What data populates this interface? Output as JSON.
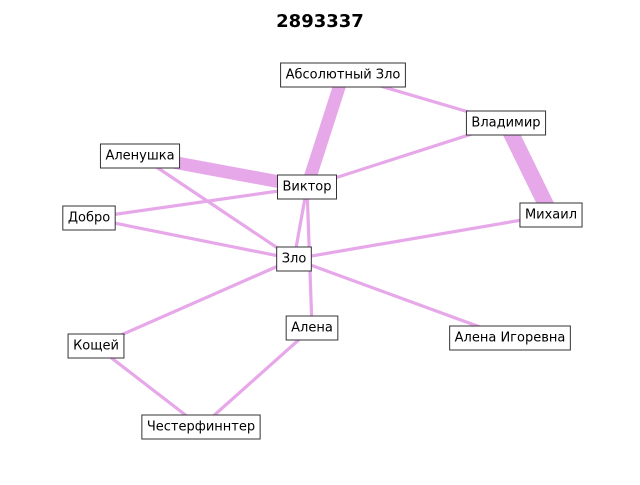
{
  "title": "2893337",
  "style": {
    "edge_color": "#e7a8e9",
    "box_border": "#333333",
    "box_fill": "#ffffff"
  },
  "nodes": [
    {
      "id": "abs",
      "label": "Абсолютный Зло"
    },
    {
      "id": "vladimir",
      "label": "Владимир"
    },
    {
      "id": "alenushka",
      "label": "Аленушка"
    },
    {
      "id": "viktor",
      "label": "Виктор"
    },
    {
      "id": "dobro",
      "label": "Добро"
    },
    {
      "id": "mikhail",
      "label": "Михаил"
    },
    {
      "id": "zlo",
      "label": "Зло"
    },
    {
      "id": "koshchei",
      "label": "Кощей"
    },
    {
      "id": "alena",
      "label": "Алена"
    },
    {
      "id": "alena_ig",
      "label": "Алена Игоревна"
    },
    {
      "id": "chester",
      "label": "Честерфиннтер"
    }
  ],
  "edges": [
    {
      "source": "abs",
      "target": "vladimir",
      "weight": 1
    },
    {
      "source": "abs",
      "target": "viktor",
      "weight": 4
    },
    {
      "source": "vladimir",
      "target": "viktor",
      "weight": 1
    },
    {
      "source": "vladimir",
      "target": "mikhail",
      "weight": 5
    },
    {
      "source": "alenushka",
      "target": "viktor",
      "weight": 4
    },
    {
      "source": "alenushka",
      "target": "zlo",
      "weight": 1
    },
    {
      "source": "viktor",
      "target": "dobro",
      "weight": 1
    },
    {
      "source": "viktor",
      "target": "zlo",
      "weight": 1
    },
    {
      "source": "viktor",
      "target": "alena",
      "weight": 1
    },
    {
      "source": "dobro",
      "target": "zlo",
      "weight": 1
    },
    {
      "source": "zlo",
      "target": "mikhail",
      "weight": 1
    },
    {
      "source": "zlo",
      "target": "koshchei",
      "weight": 1
    },
    {
      "source": "zlo",
      "target": "alena_ig",
      "weight": 1
    },
    {
      "source": "koshchei",
      "target": "chester",
      "weight": 1
    },
    {
      "source": "alena",
      "target": "chester",
      "weight": 1
    }
  ]
}
